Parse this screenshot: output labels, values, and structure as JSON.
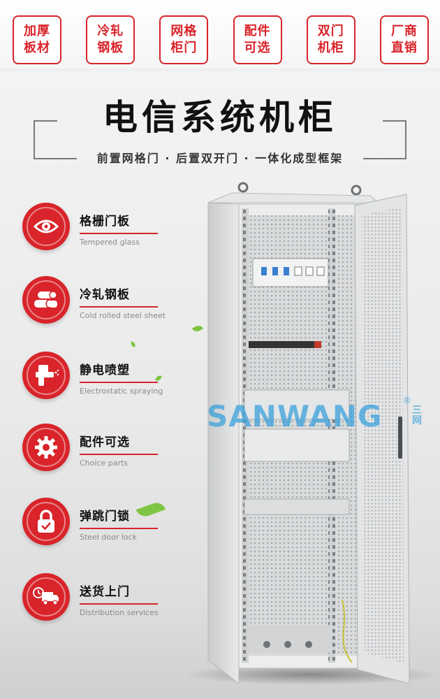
{
  "badges": [
    {
      "line1": "加厚",
      "line2": "板材"
    },
    {
      "line1": "冷轧",
      "line2": "钢板"
    },
    {
      "line1": "网格",
      "line2": "柜门"
    },
    {
      "line1": "配件",
      "line2": "可选"
    },
    {
      "line1": "双门",
      "line2": "机柜"
    },
    {
      "line1": "厂商",
      "line2": "直销"
    }
  ],
  "title": "电信系统机柜",
  "subtitle": "前置网格门 · 后置双开门 · 一体化成型框架",
  "features": [
    {
      "title": "格栅门板",
      "subtitle": "Tempered glass",
      "icon": "eye-icon"
    },
    {
      "title": "冷轧钢板",
      "subtitle": "Cold rolled steel sheet",
      "icon": "steel-rolls-icon"
    },
    {
      "title": "静电喷塑",
      "subtitle": "Electrostatic spraying",
      "icon": "spray-gun-icon"
    },
    {
      "title": "配件可选",
      "subtitle": "Choice parts",
      "icon": "gear-icon"
    },
    {
      "title": "弹跳门锁",
      "subtitle": "Steel door lock",
      "icon": "padlock-icon"
    },
    {
      "title": "送货上门",
      "subtitle": "Distribution services",
      "icon": "delivery-truck-icon"
    }
  ],
  "watermark": {
    "text": "SANWANG",
    "registered": "®",
    "chinese": "三网"
  },
  "colors": {
    "accent": "#d8242a",
    "watermark": "#3aa0dc",
    "leaf": "#7ec642"
  }
}
